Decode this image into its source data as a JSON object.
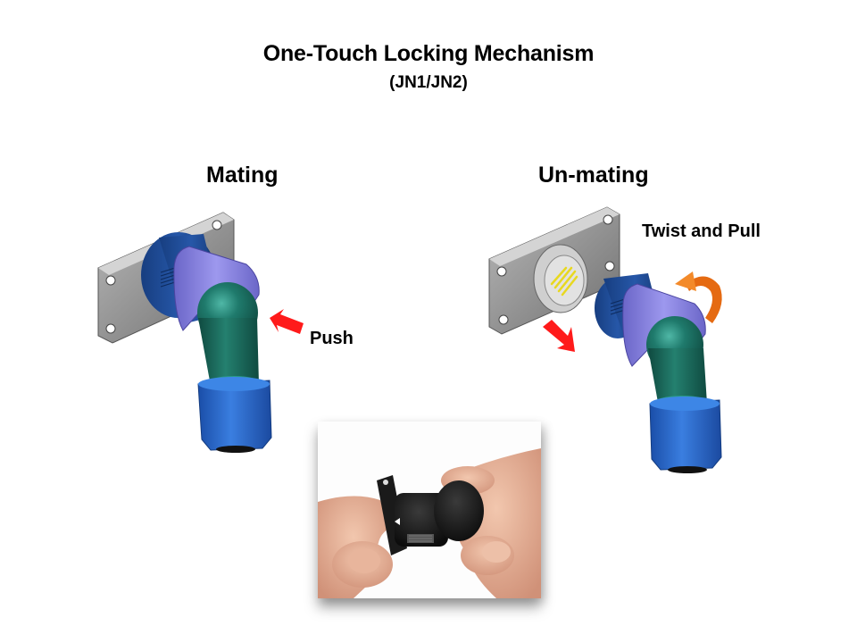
{
  "slide": {
    "title": "One-Touch Locking Mechanism",
    "subtitle": "(JN1/JN2)"
  },
  "mating": {
    "heading": "Mating",
    "action_label": "Push",
    "arrow_color": "#ff1a1a",
    "illustration": "connector-mated-3d-render"
  },
  "unmating": {
    "heading": "Un-mating",
    "action_label": "Twist and Pull",
    "pull_arrow_color": "#ff1a1a",
    "twist_arrow_color": "#f07a1a",
    "illustration": "connector-unmated-3d-render"
  },
  "photo": {
    "description": "hands-holding-black-connector-photo"
  },
  "colors": {
    "flange": "#8c8c8c",
    "body_dark_blue": "#1f4f9a",
    "lock_ring_purple": "#8b86e0",
    "elbow_teal": "#1f6e62",
    "cable_nut_blue": "#2766c8",
    "pins_yellow": "#f0e030"
  }
}
